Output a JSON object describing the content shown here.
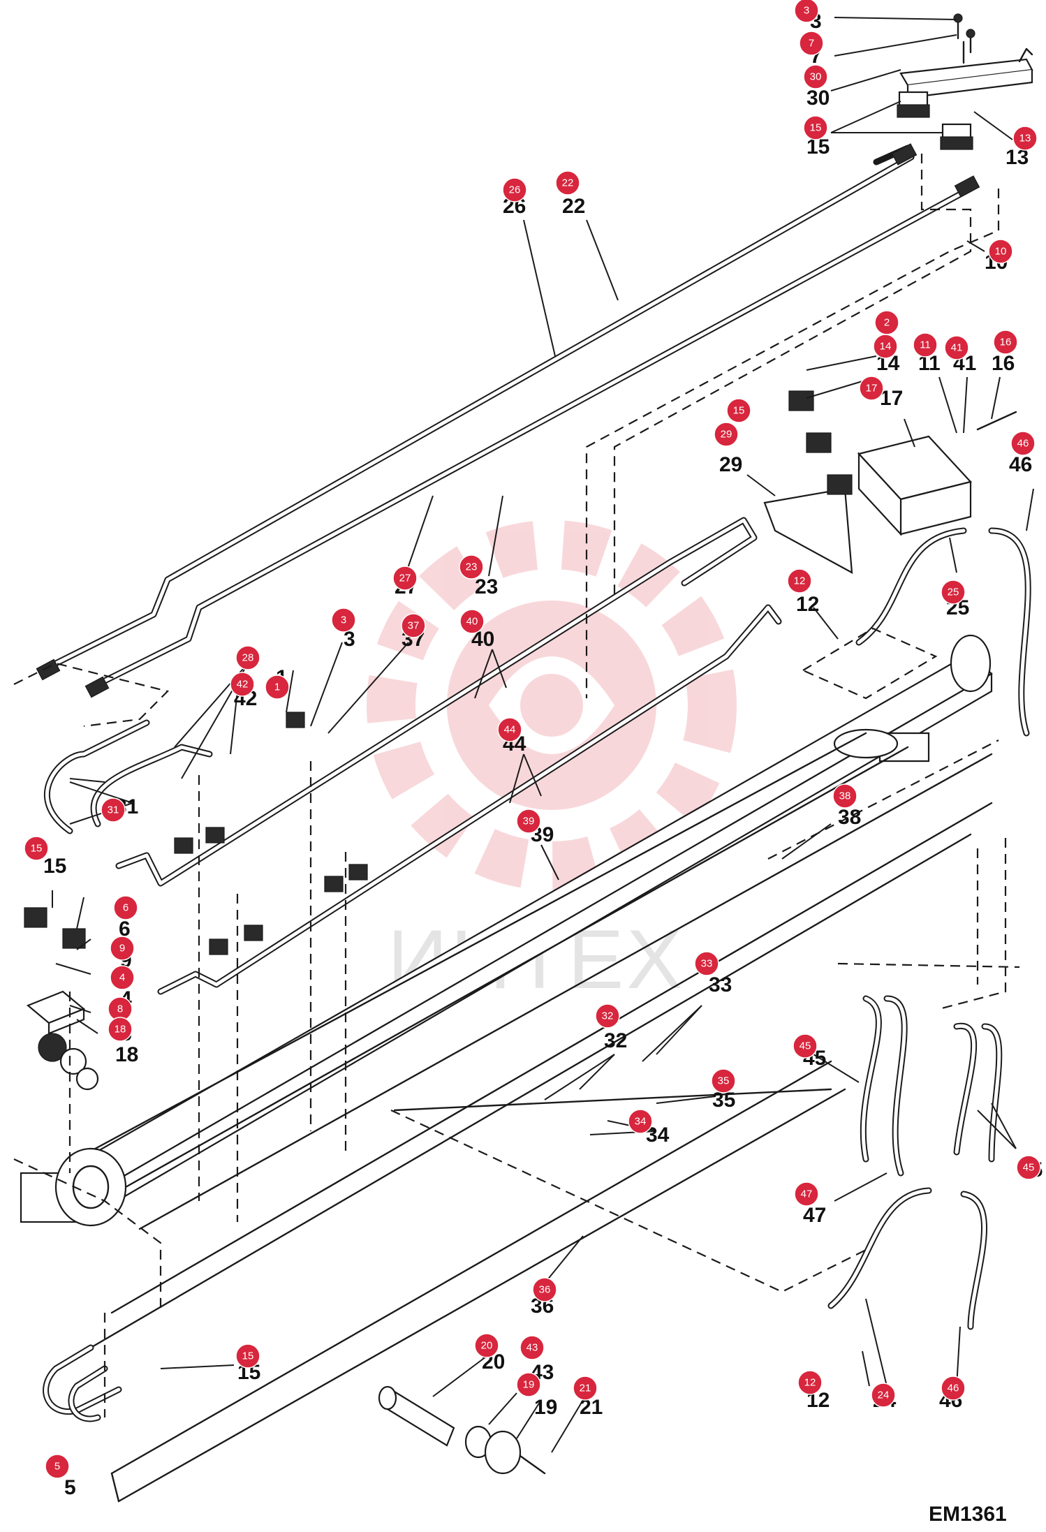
{
  "drawing_code": "EM1361",
  "watermark_text": "ИНТЕХ",
  "colors": {
    "badge": "#d7263d",
    "line": "#1a1a1a",
    "watermark_gear": "#f3b8bd",
    "watermark_text": "#cfcfcf"
  },
  "labels": [
    {
      "text": "3"
    },
    {
      "text": "7"
    },
    {
      "text": "30"
    },
    {
      "text": "15"
    },
    {
      "text": "13"
    },
    {
      "text": "26"
    },
    {
      "text": "22"
    },
    {
      "text": "10"
    },
    {
      "text": "14"
    },
    {
      "text": "11"
    },
    {
      "text": "41"
    },
    {
      "text": "16"
    },
    {
      "text": "17"
    },
    {
      "text": "29"
    },
    {
      "text": "46"
    },
    {
      "text": "12"
    },
    {
      "text": "25"
    },
    {
      "text": "27"
    },
    {
      "text": "23"
    },
    {
      "text": "3"
    },
    {
      "text": "37"
    },
    {
      "text": "40"
    },
    {
      "text": "1"
    },
    {
      "text": "42"
    },
    {
      "text": "31"
    },
    {
      "text": "44"
    },
    {
      "text": "39"
    },
    {
      "text": "38"
    },
    {
      "text": "15"
    },
    {
      "text": "6"
    },
    {
      "text": "9"
    },
    {
      "text": "4"
    },
    {
      "text": "8"
    },
    {
      "text": "18"
    },
    {
      "text": "33"
    },
    {
      "text": "32"
    },
    {
      "text": "45"
    },
    {
      "text": "35"
    },
    {
      "text": "34"
    },
    {
      "text": "45"
    },
    {
      "text": "47"
    },
    {
      "text": "12"
    },
    {
      "text": "24"
    },
    {
      "text": "46"
    },
    {
      "text": "36"
    },
    {
      "text": "20"
    },
    {
      "text": "43"
    },
    {
      "text": "19"
    },
    {
      "text": "21"
    },
    {
      "text": "15"
    },
    {
      "text": "5"
    }
  ],
  "badges": [
    {
      "text": "3"
    },
    {
      "text": "7"
    },
    {
      "text": "30"
    },
    {
      "text": "15"
    },
    {
      "text": "13"
    },
    {
      "text": "26"
    },
    {
      "text": "22"
    },
    {
      "text": "10"
    },
    {
      "text": "2"
    },
    {
      "text": "14"
    },
    {
      "text": "11"
    },
    {
      "text": "41"
    },
    {
      "text": "16"
    },
    {
      "text": "17"
    },
    {
      "text": "15"
    },
    {
      "text": "29"
    },
    {
      "text": "46"
    },
    {
      "text": "12"
    },
    {
      "text": "25"
    },
    {
      "text": "27"
    },
    {
      "text": "23"
    },
    {
      "text": "3"
    },
    {
      "text": "37"
    },
    {
      "text": "40"
    },
    {
      "text": "28"
    },
    {
      "text": "42"
    },
    {
      "text": "1"
    },
    {
      "text": "31"
    },
    {
      "text": "44"
    },
    {
      "text": "39"
    },
    {
      "text": "38"
    },
    {
      "text": "15"
    },
    {
      "text": "6"
    },
    {
      "text": "9"
    },
    {
      "text": "4"
    },
    {
      "text": "8"
    },
    {
      "text": "18"
    },
    {
      "text": "33"
    },
    {
      "text": "32"
    },
    {
      "text": "45"
    },
    {
      "text": "35"
    },
    {
      "text": "34"
    },
    {
      "text": "45"
    },
    {
      "text": "47"
    },
    {
      "text": "12"
    },
    {
      "text": "24"
    },
    {
      "text": "46"
    },
    {
      "text": "36"
    },
    {
      "text": "20"
    },
    {
      "text": "43"
    },
    {
      "text": "19"
    },
    {
      "text": "21"
    },
    {
      "text": "15"
    },
    {
      "text": "5"
    }
  ]
}
